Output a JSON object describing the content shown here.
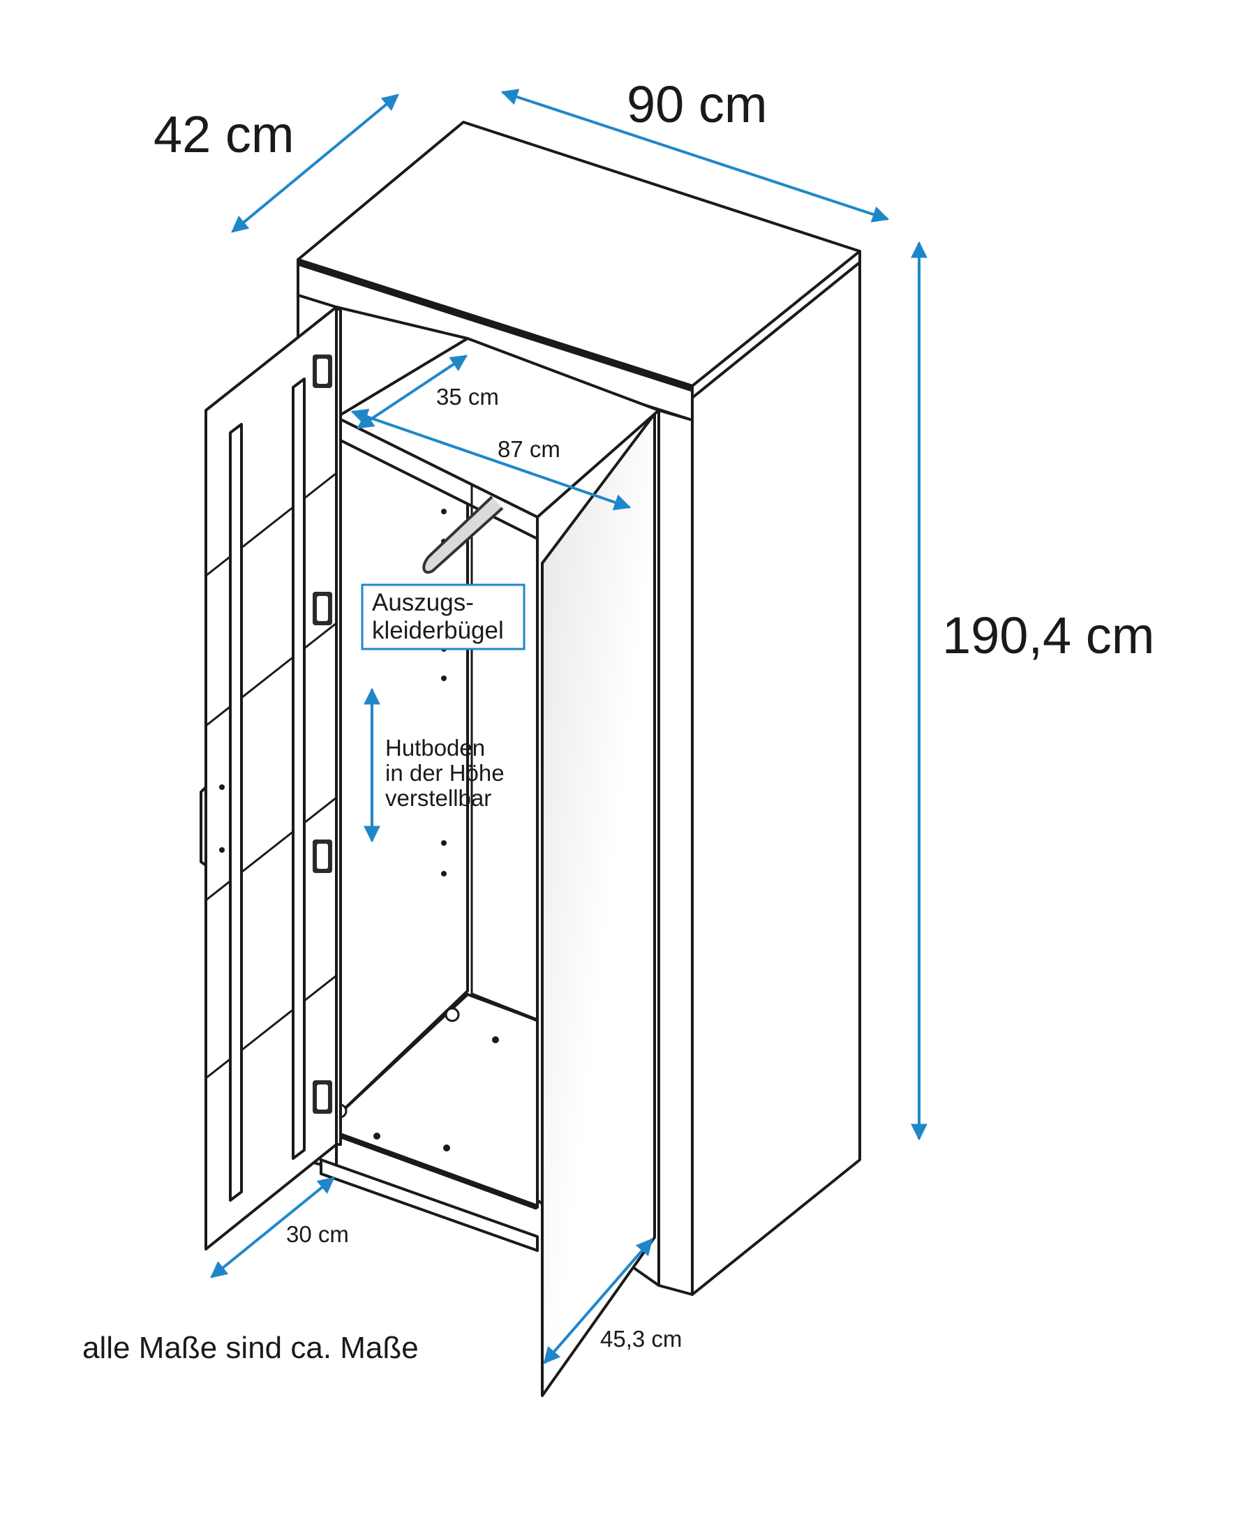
{
  "dimensions": {
    "depth": "42 cm",
    "width": "90 cm",
    "height": "190,4 cm",
    "shelf_depth": "35 cm",
    "inner_width": "87 cm",
    "left_door_depth": "30 cm",
    "right_door_depth": "45,3 cm"
  },
  "callouts": {
    "hanger_line1": "Auszugs-",
    "hanger_line2": "kleiderbügel",
    "shelf_line1": "Hutboden",
    "shelf_line2": "in der Höhe",
    "shelf_line3": "verstellbar"
  },
  "footnote": "alle Maße sind ca. Maße",
  "colors": {
    "dimension_line": "#1f87c9",
    "outline": "#1a1a1a",
    "background": "#ffffff"
  }
}
